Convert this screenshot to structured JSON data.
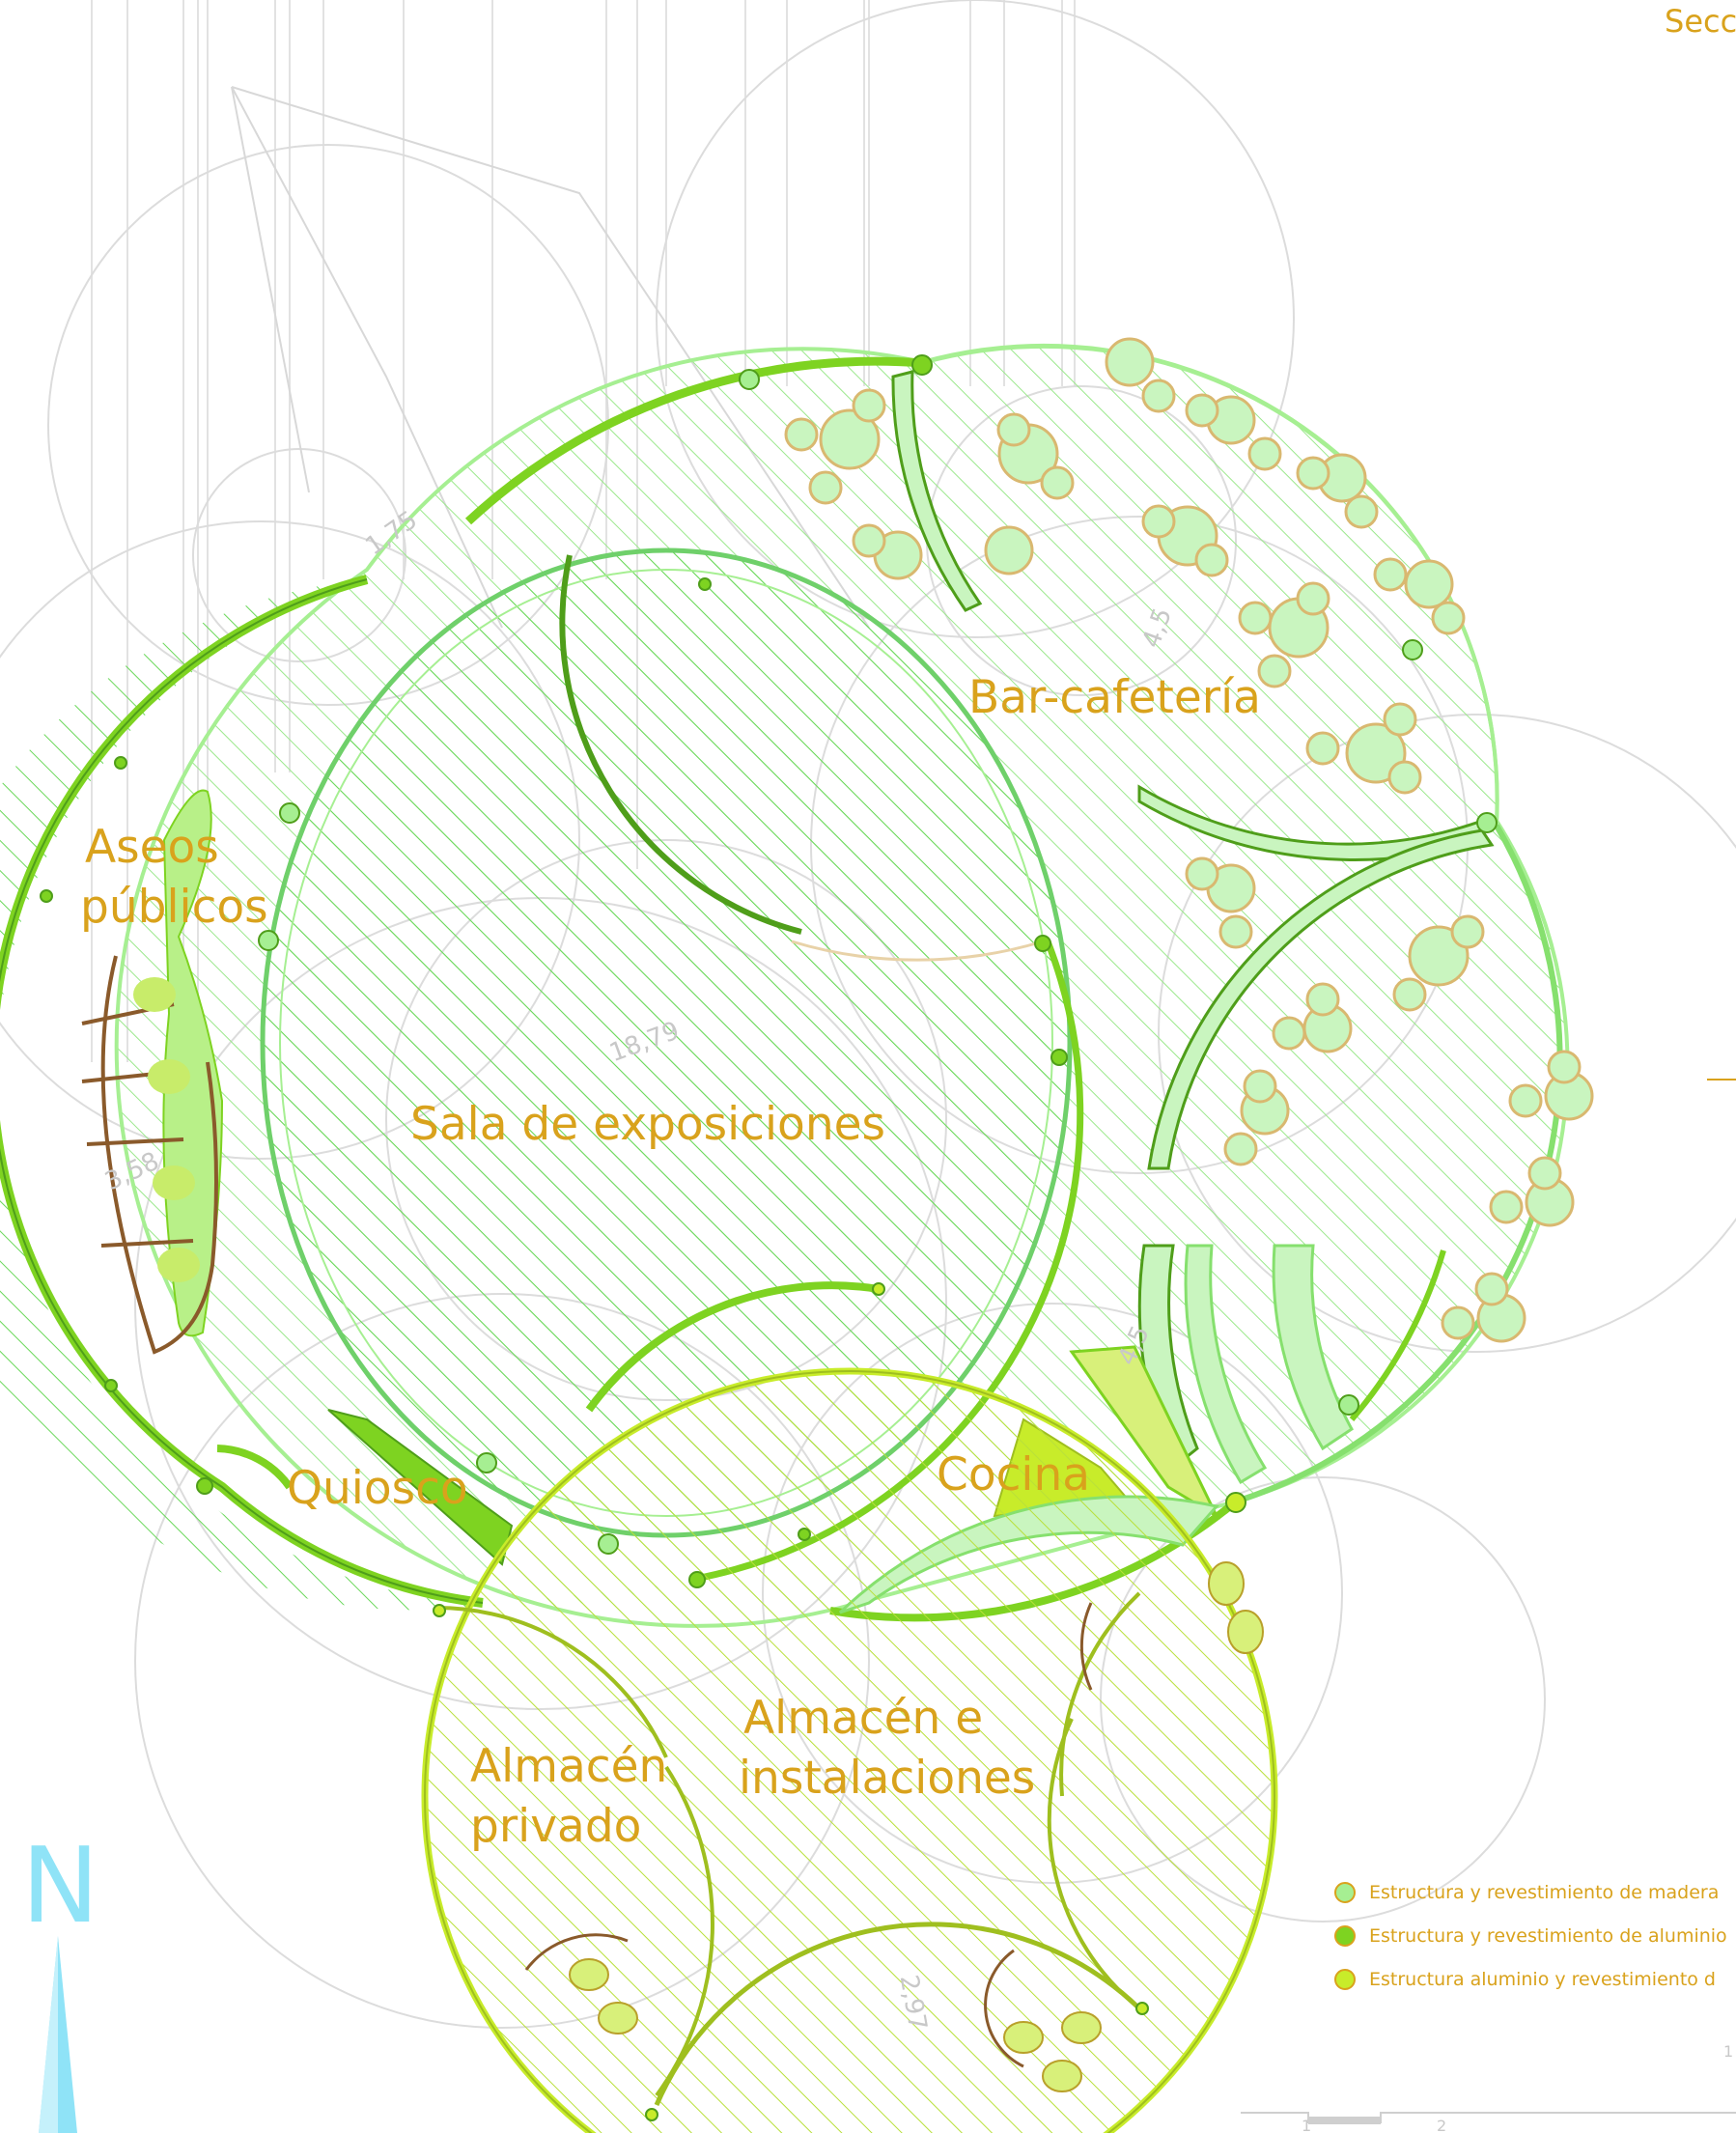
{
  "section_label": "Secc",
  "rooms": {
    "bar": "Bar-cafetería",
    "aseos_1": "Aseos",
    "aseos_2": "públicos",
    "sala": "Sala de exposiciones",
    "quiosco": "Quiosco",
    "cocina": "Cocina",
    "almacen_1": "Almacén e",
    "almacen_2": "instalaciones",
    "privado_1": "Almacén",
    "privado_2": "privado"
  },
  "dimensions": {
    "d1": "1,75",
    "d2": "4,5",
    "d3": "18,79",
    "d4": "3,58",
    "d5": "4,5",
    "d6": "2,97"
  },
  "north": "N",
  "legend": [
    {
      "label": "Estructura y revestimiento de madera",
      "color": "#a6ef92"
    },
    {
      "label": "Estructura y revestimiento de aluminio",
      "color": "#7ed321"
    },
    {
      "label": "Estructura aluminio y revestimiento d",
      "color": "#c8ec2a"
    }
  ],
  "scale": {
    "t1": "1",
    "t2": "2",
    "corner": "1"
  },
  "colors": {
    "wood": "#a6ef92",
    "wood_dark": "#66cc55",
    "aluminium": "#7ed321",
    "aluminium_dark": "#4f9e1a",
    "yellow": "#c8ec2a",
    "label": "#d9a21c",
    "construction": "#d6d6d6",
    "brown": "#8a5a2b"
  }
}
